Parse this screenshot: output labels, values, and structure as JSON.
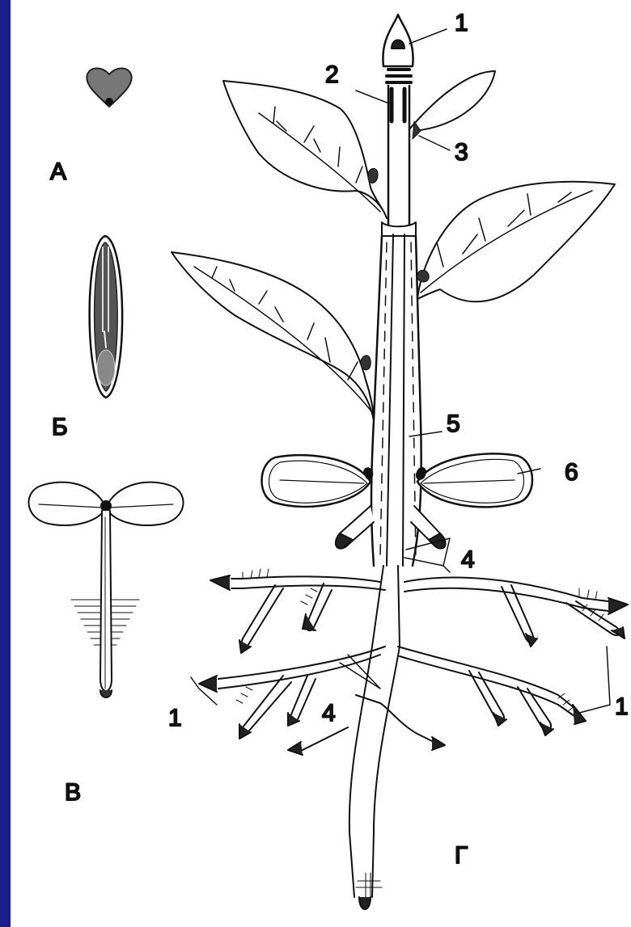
{
  "figure": {
    "panel_labels": {
      "a": "А",
      "b": "Б",
      "v": "В",
      "g": "Г"
    },
    "callouts": {
      "apex": "1",
      "n2": "2",
      "n3": "3",
      "n4_upper": "4",
      "n4_lower": "4",
      "n5": "5",
      "n6": "6",
      "root_tips_left": "1",
      "root_tips_right": "1"
    }
  },
  "colors": {
    "frame": "#1a1f8c",
    "ink": "#111111",
    "background": "#ffffff"
  }
}
